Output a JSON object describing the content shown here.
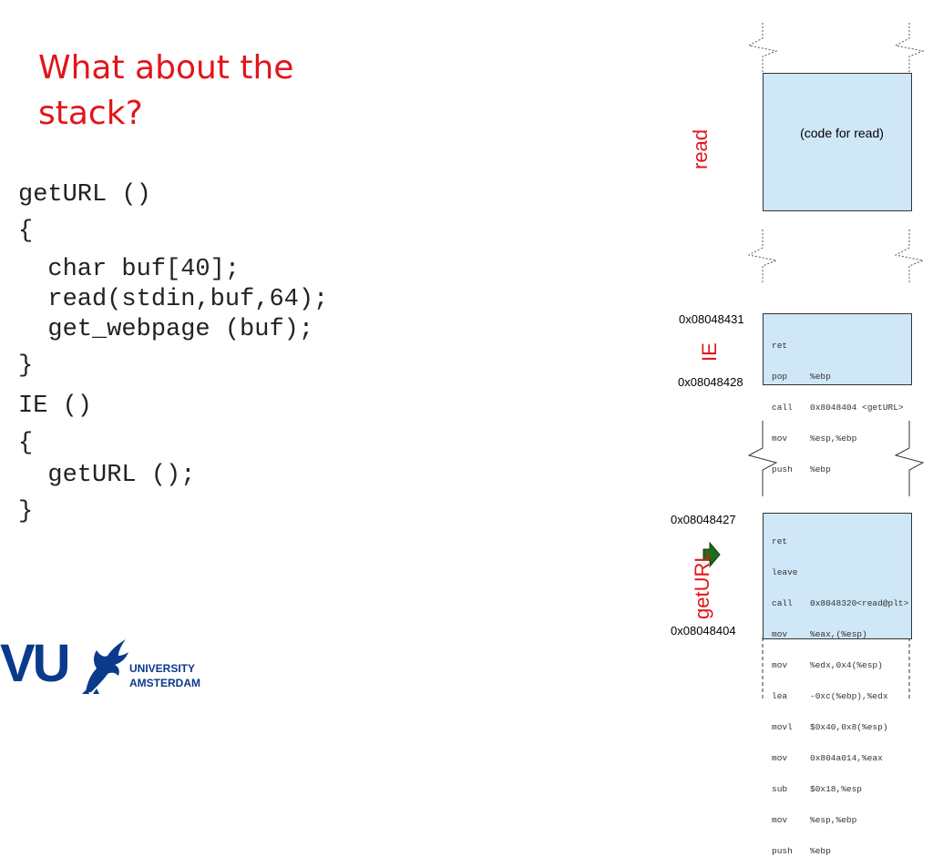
{
  "slide": {
    "title": "What about the stack?",
    "code_getURL": [
      "getURL ()",
      "{",
      "  char buf[40];",
      "  read(stdin,buf,64);",
      "  get_webpage (buf);",
      "}"
    ],
    "code_IE": [
      "IE ()",
      "{",
      "  getURL ();",
      "}"
    ]
  },
  "memory": {
    "read": {
      "label": "read",
      "box_text": "(code for read)"
    },
    "ie": {
      "label": "IE",
      "addr_top": "0x08048431",
      "addr_bottom": "0x08048428",
      "instructions": [
        {
          "op": "ret",
          "args": ""
        },
        {
          "op": "pop",
          "args": "%ebp"
        },
        {
          "op": "call",
          "args": "0x8048404 <getURL>"
        },
        {
          "op": "mov",
          "args": "%esp,%ebp"
        },
        {
          "op": "push",
          "args": "%ebp"
        }
      ]
    },
    "geturl": {
      "label": "getURL",
      "addr_top": "0x08048427",
      "addr_bottom": "0x08048404",
      "instructions": [
        {
          "op": "ret",
          "args": ""
        },
        {
          "op": "leave",
          "args": ""
        },
        {
          "op": "call",
          "args": "0x8048320<read@plt>"
        },
        {
          "op": "mov",
          "args": "%eax,(%esp)"
        },
        {
          "op": "mov",
          "args": "%edx,0x4(%esp)"
        },
        {
          "op": "lea",
          "args": "-0xc(%ebp),%edx"
        },
        {
          "op": "movl",
          "args": "$0x40,0x8(%esp)"
        },
        {
          "op": "mov",
          "args": "0x804a014,%eax"
        },
        {
          "op": "sub",
          "args": "$0x18,%esp"
        },
        {
          "op": "mov",
          "args": "%esp,%ebp"
        },
        {
          "op": "push",
          "args": "%ebp"
        }
      ]
    }
  },
  "logo": {
    "mark": "VU",
    "line1": "UNIVERSITY",
    "line2": "AMSTERDAM"
  },
  "colors": {
    "accent_red": "#e3141b",
    "box_fill": "#cfe7f7",
    "logo_blue": "#0a3a8c",
    "arrow_green": "#1e6b1e"
  },
  "icons": [
    "break-zigzag-icon",
    "arrow-right-icon",
    "griffin-logo-icon"
  ]
}
